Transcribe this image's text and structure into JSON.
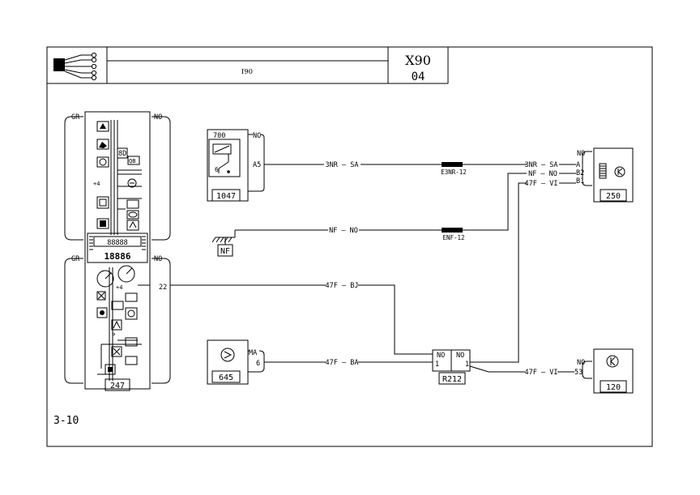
{
  "header": {
    "title_small": "I90",
    "code": "X90",
    "page": "04"
  },
  "page_ref": "3-10",
  "components": {
    "c247": {
      "id": "247",
      "left_label_top": "GR",
      "right_label_top": "NO",
      "left_label_bottom": "GR",
      "right_label_bottom": "NO",
      "pin22": "22",
      "odometer": "88888",
      "trip": "18886"
    },
    "c1047": {
      "id": "1047",
      "label700": "700",
      "pin_a5": "A5",
      "gnd_no": "NO"
    },
    "c250": {
      "id": "250",
      "no": "NO",
      "pin_a": "A",
      "pin_b2": "B2",
      "pin_b1": "B1"
    },
    "c645": {
      "id": "645",
      "ma": "MA",
      "pin6": "6"
    },
    "c120": {
      "id": "120",
      "no": "NO",
      "pin53": "53"
    },
    "r212": {
      "id": "R212",
      "no_left": "NO",
      "no_right": "NO",
      "pin1_left": "1",
      "pin1_right": "1"
    },
    "nf": {
      "id": "NF"
    }
  },
  "wires": {
    "w1_left": "3NR — SA",
    "w1_right": "3NR — SA",
    "w1_conn": "E3NR-12",
    "w2_mid": "NF — NO",
    "w2_right": "NF — NO",
    "w2_conn": "ENF-12",
    "w3_right": "47F — VI",
    "w4_mid": "47F — BJ",
    "w5_mid": "47F — BA",
    "w6_right": "47F — VI"
  }
}
